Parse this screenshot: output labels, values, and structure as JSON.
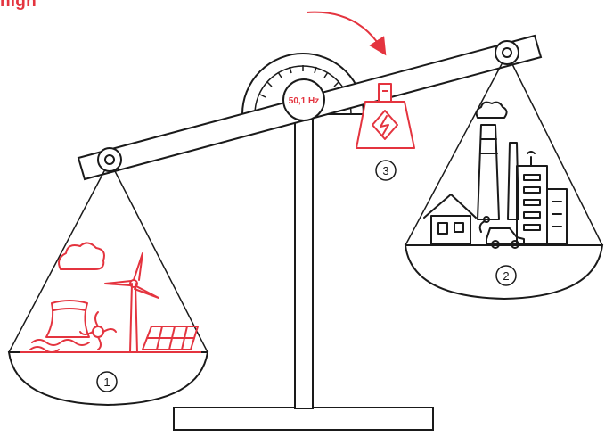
{
  "heading": {
    "text": "high"
  },
  "gauge": {
    "frequency_label": "50,1 Hz"
  },
  "markers": {
    "supply": "1",
    "demand": "2",
    "weight": "3"
  },
  "colors": {
    "accent": "#e4343f",
    "ink": "#1a1a1a",
    "background": "#ffffff"
  },
  "icons": {
    "supply_pan": [
      "cloud-icon",
      "cooling-tower-icon",
      "wind-turbine-icon",
      "solar-panel-icon",
      "water-turbine-icon"
    ],
    "demand_pan": [
      "smoke-icon",
      "factory-chimney-icon",
      "house-icon",
      "electric-car-icon",
      "office-building-icon"
    ],
    "weight": "electricity-weight-icon",
    "direction": "tilt-arrow-icon"
  }
}
